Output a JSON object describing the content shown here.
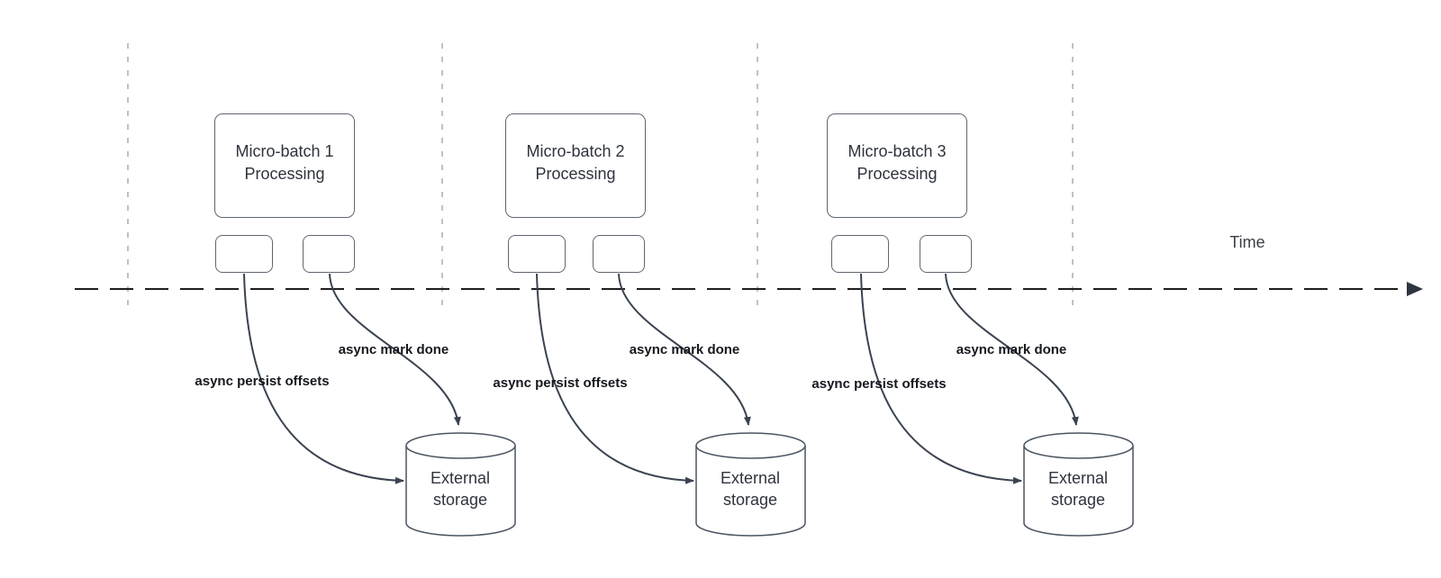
{
  "diagram": {
    "timeline_label": "Time",
    "groups": [
      {
        "box_line1": "Micro-batch 1",
        "box_line2": "Processing",
        "persist_label": "async persist offsets",
        "mark_label": "async mark done",
        "storage_line1": "External",
        "storage_line2": "storage"
      },
      {
        "box_line1": "Micro-batch 2",
        "box_line2": "Processing",
        "persist_label": "async persist offsets",
        "mark_label": "async mark done",
        "storage_line1": "External",
        "storage_line2": "storage"
      },
      {
        "box_line1": "Micro-batch 3",
        "box_line2": "Processing",
        "persist_label": "async persist offsets",
        "mark_label": "async mark done",
        "storage_line1": "External",
        "storage_line2": "storage"
      }
    ],
    "colors": {
      "arrow_curve": "#3a4350",
      "box_border": "#5f6672",
      "timeline_line": "#1f1f1f",
      "guide_line": "#a9adb3",
      "label_text": "#15181f",
      "box_text": "#2e333d"
    }
  }
}
